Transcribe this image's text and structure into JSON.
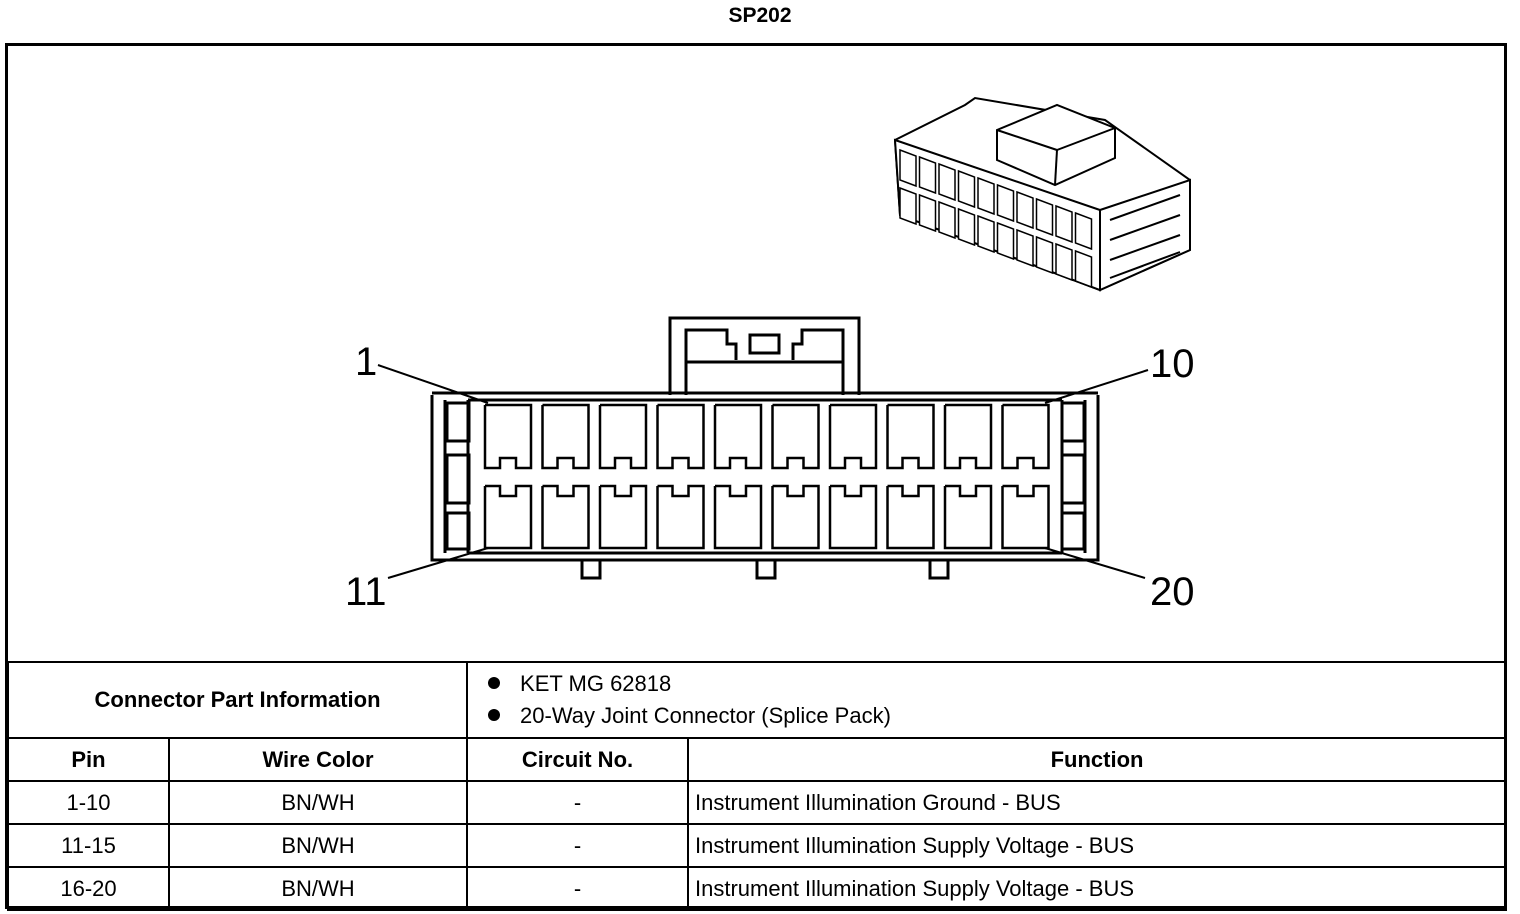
{
  "title": "SP202",
  "pin_labels": {
    "top_left": "1",
    "top_right": "10",
    "bottom_left": "11",
    "bottom_right": "20"
  },
  "connector_part_info": {
    "label": "Connector Part Information",
    "items": [
      "KET MG 62818",
      "20-Way Joint Connector (Splice Pack)"
    ]
  },
  "table": {
    "headers": [
      "Pin",
      "Wire Color",
      "Circuit No.",
      "Function"
    ],
    "rows": [
      [
        "1-10",
        "BN/WH",
        "-",
        "Instrument Illumination Ground - BUS"
      ],
      [
        "11-15",
        "BN/WH",
        "-",
        "Instrument Illumination Supply Voltage - BUS"
      ],
      [
        "16-20",
        "BN/WH",
        "-",
        "Instrument Illumination Supply Voltage - BUS"
      ]
    ]
  },
  "icons": [
    "connector-3d-icon",
    "connector-face-view"
  ]
}
